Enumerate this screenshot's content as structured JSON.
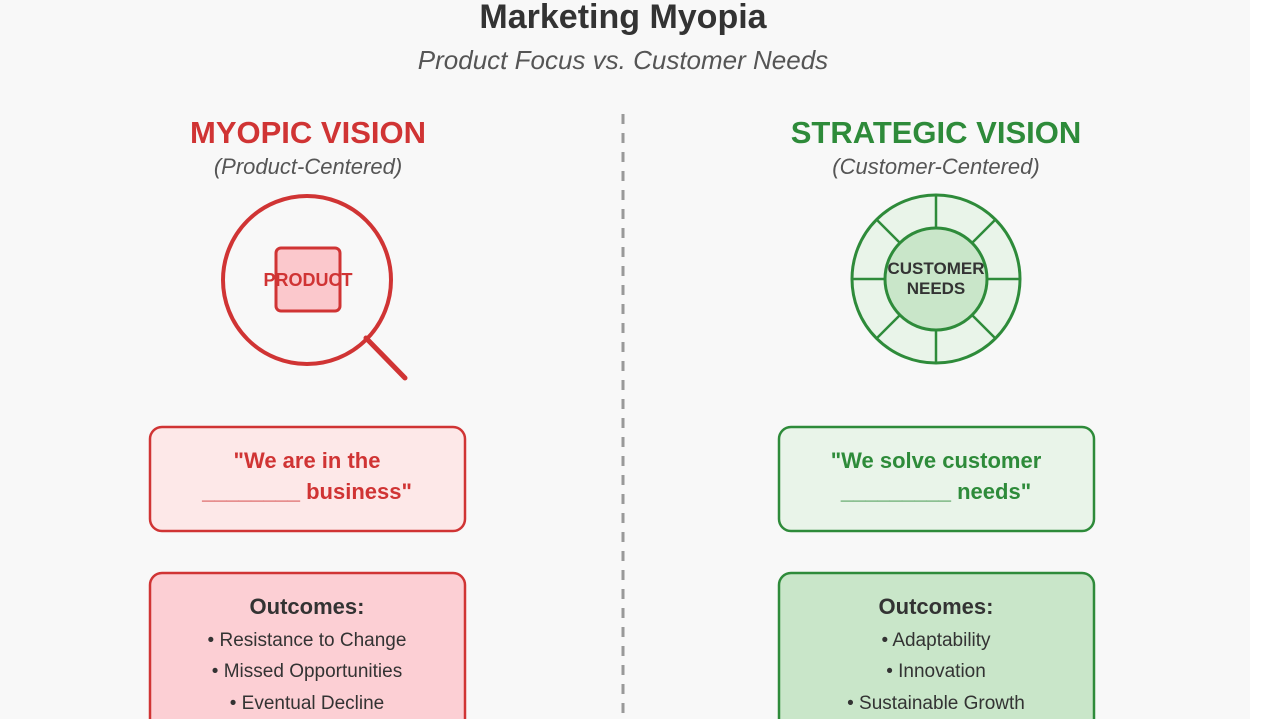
{
  "title": "Marketing Myopia",
  "subtitle": "Product Focus vs. Customer Needs",
  "colors": {
    "background": "#f8f8f8",
    "divider": "#999999",
    "myopic": "#d03434",
    "myopic_fill_light": "#fde8e8",
    "myopic_fill_mid": "#fccfd4",
    "myopic_box_fill": "#fbc8cc",
    "strategic": "#2e8b3a",
    "strategic_fill_light": "#e9f4e9",
    "strategic_fill_mid": "#c9e6c9",
    "text_dark": "#333333",
    "text_muted": "#555555"
  },
  "myopic": {
    "heading": "MYOPIC VISION",
    "subheading": "(Product-Centered)",
    "icon_label": "PRODUCT",
    "quote_line1": "\"We are in the",
    "quote_line2": "________ business\"",
    "outcomes_title": "Outcomes:",
    "outcomes": [
      "• Resistance to Change",
      "• Missed Opportunities",
      "• Eventual Decline"
    ]
  },
  "strategic": {
    "heading": "STRATEGIC VISION",
    "subheading": "(Customer-Centered)",
    "icon_label_line1": "CUSTOMER",
    "icon_label_line2": "NEEDS",
    "quote_line1": "\"We solve customer",
    "quote_line2": "_________ needs\"",
    "outcomes_title": "Outcomes:",
    "outcomes": [
      "• Adaptability",
      "• Innovation",
      "• Sustainable Growth"
    ]
  }
}
